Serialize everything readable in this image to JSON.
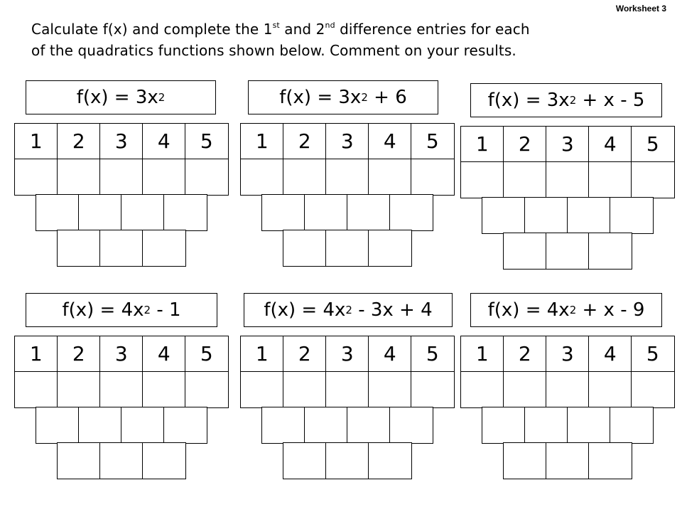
{
  "worksheet_label": "Worksheet 3",
  "instructions": {
    "part1": "Calculate f(x) and complete the 1",
    "sup1": "st",
    "part2": " and 2",
    "sup2": "nd",
    "part3": " difference entries for each",
    "line2": "of the quadratics functions shown below. Comment on your results."
  },
  "functions": [
    {
      "prefix": "f(x) = 3x",
      "exp": "2",
      "suffix": ""
    },
    {
      "prefix": "f(x) = 3x",
      "exp": "2",
      "suffix": " + 6"
    },
    {
      "prefix": "f(x) = 3x",
      "exp": "2",
      "suffix": " + x - 5"
    },
    {
      "prefix": "f(x) = 4x",
      "exp": "2",
      "suffix": " - 1"
    },
    {
      "prefix": "f(x) = 4x",
      "exp": "2",
      "suffix": " - 3x + 4"
    },
    {
      "prefix": "f(x) = 4x",
      "exp": "2",
      "suffix": " + x - 9"
    }
  ],
  "x_values": [
    "1",
    "2",
    "3",
    "4",
    "5"
  ]
}
